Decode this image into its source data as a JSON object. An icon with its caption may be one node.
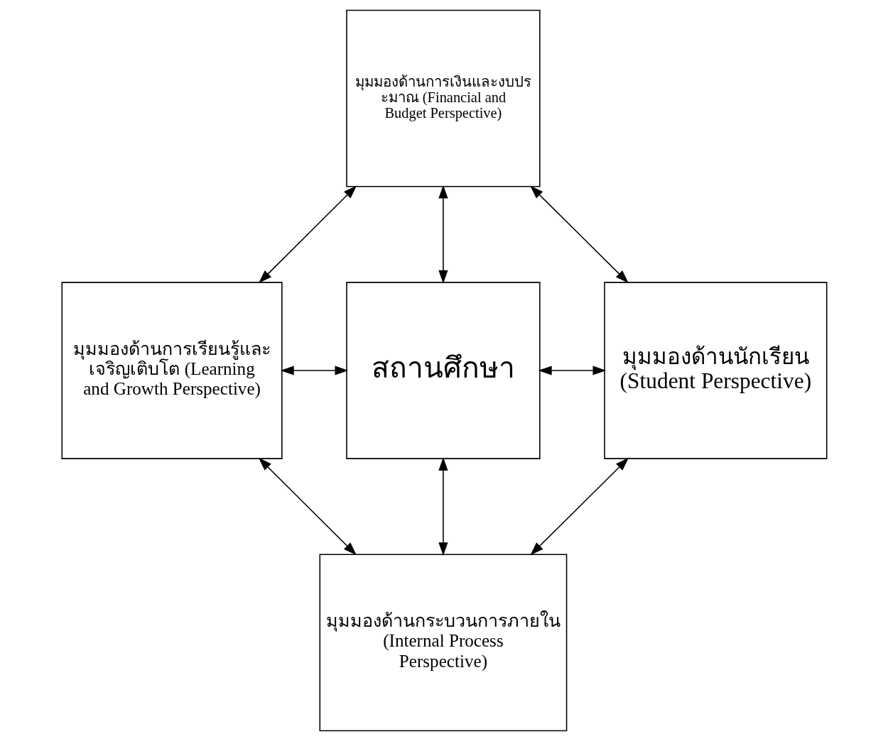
{
  "diagram": {
    "nodes": [
      {
        "text": [
          "มุมมองด้านการเงินและงบประมาณ (Financial and Budget Perspective)"
        ]
      },
      {
        "text": [
          "มุมมองด้านการเรียนรู้และเจริญเติบโต (Learning and Growth Perspective)"
        ]
      },
      {
        "text": [
          "สถานศึกษา"
        ]
      },
      {
        "text": [
          "มุมมองด้านนักเรียน (Student Perspective)"
        ]
      },
      {
        "text": [
          "มุมมองด้านกระบวนการภายใน (Internal Process Perspective)"
        ]
      }
    ],
    "edges": [
      {
        "from": 0,
        "to": 1,
        "arrow": "both"
      },
      {
        "from": 0,
        "to": 3,
        "arrow": "both"
      },
      {
        "from": 0,
        "to": 2,
        "arrow": "both"
      },
      {
        "from": 1,
        "to": 2,
        "arrow": "both"
      },
      {
        "from": 2,
        "to": 3,
        "arrow": "both"
      },
      {
        "from": 2,
        "to": 4,
        "arrow": "both"
      },
      {
        "from": 1,
        "to": 4,
        "arrow": "both"
      },
      {
        "from": 3,
        "to": 4,
        "arrow": "both"
      }
    ]
  }
}
